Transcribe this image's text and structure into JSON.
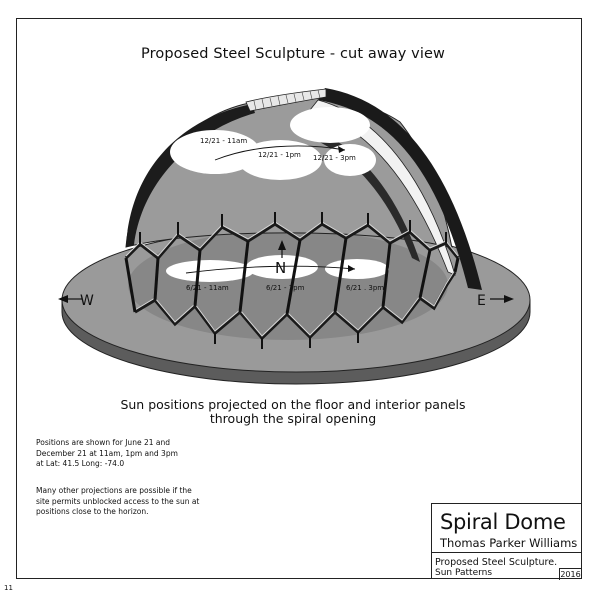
{
  "title": "Proposed Steel Sculpture - cut away view",
  "compass": {
    "north": "N",
    "west": "W",
    "east": "E"
  },
  "sun_labels": {
    "dec_11am": "12/21 - 11am",
    "dec_1pm": "12/21 - 1pm",
    "dec_3pm": "12/21 - 3pm",
    "jun_11am": "6/21 - 11am",
    "jun_1pm": "6/21 - 1pm",
    "jun_3pm": "6/21 . 3pm"
  },
  "caption": {
    "line1": "Sun positions projected on the floor and interior panels",
    "line2": "through the spiral opening"
  },
  "notes": {
    "p1_l1": "Positions are shown for June 21 and",
    "p1_l2": "December 21 at 11am, 1pm and 3pm",
    "p1_l3": "at Lat: 41.5 Long: -74.0",
    "p2_l1": "Many other projections are possible if the",
    "p2_l2": "site permits unblocked access to the sun at",
    "p2_l3": "positions close to the horizon."
  },
  "title_block": {
    "name": "Spiral Dome",
    "author": "Thomas Parker Williams",
    "desc1": "Proposed Steel Sculpture.",
    "desc2": "Sun Patterns",
    "year": "2016"
  },
  "page_number": "11"
}
